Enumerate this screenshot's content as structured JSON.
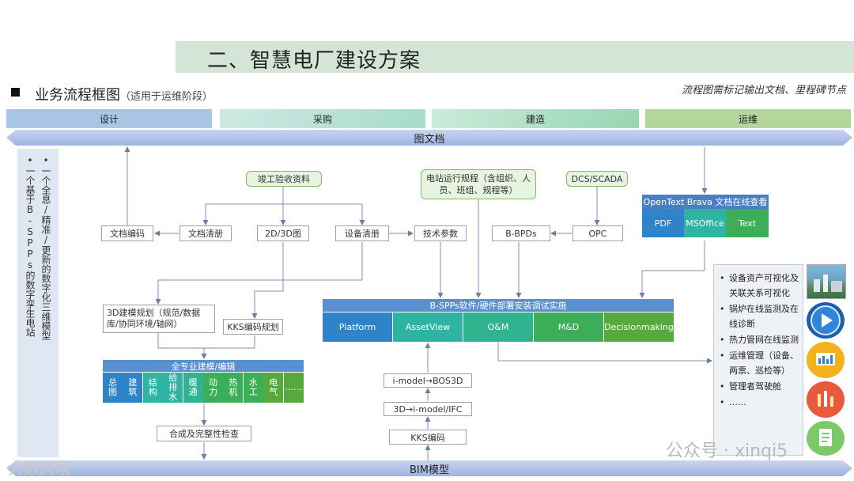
{
  "title": "二、智慧电厂建设方案",
  "subtitle": {
    "main": "业务流程框图",
    "note": "（适用于运维阶段）"
  },
  "right_note": "流程图需标记输出文档、里程碑节点",
  "phases": [
    "设计",
    "采购",
    "建造",
    "运维"
  ],
  "top_bar": "图文档",
  "bottom_bar": "BIM模型",
  "left_panel": {
    "col1": "•一个基于B-SPPs的数字孪生电站",
    "col2": "•一个全息/精准/更新的数字化三维模型"
  },
  "boxes": {
    "wendang_bianma": "文档编码",
    "wendang_qingce": "文档清册",
    "tu_2d3d": "2D/3D图",
    "shebei_qingce": "设备清册",
    "jishu_canshu": "技术参数",
    "b_bpds": "B-BPDs",
    "opc": "OPC",
    "jungong": "竣工验收资料",
    "dianzhan": "电站运行规程（含组织、人员、班组、规程等）",
    "dcs": "DCS/SCADA",
    "jianmo_guihua": "3D建模规划（规范/数据库/协同环境/轴网）",
    "kks_guihua": "KKS编码规划",
    "hecheng": "合成及完整性检查",
    "imodel_bos": "i-model→BOS3D",
    "imodel_ifc": "3D→i-model/IFC",
    "kks_bianma": "KKS编码"
  },
  "opentext": {
    "title": "OpenText Brava 文档在线查看",
    "cells": [
      "PDF",
      "MSOffice",
      "Text"
    ]
  },
  "bspps": {
    "title": "B-SPPs软件/硬件部署安装调试实施",
    "cells": [
      "Platform",
      "AssetView",
      "O&M",
      "M&D",
      "Decisionmaking"
    ]
  },
  "modeling": {
    "title": "全专业建模/编辑",
    "cells": [
      "总图",
      "建筑",
      "结构",
      "给排水",
      "暖通",
      "动力",
      "热机",
      "水工",
      "电气",
      "……"
    ]
  },
  "ops_list": [
    "设备资产可视化及关联关系可视化",
    "锅炉在线监测及在线诊断",
    "热力管网在线监测",
    "运维管理（设备、两票、巡检等）",
    "管理者驾驶舱",
    "……"
  ],
  "watermarks": {
    "left": "大数跨境",
    "right": "公众号 · xinqi5"
  },
  "colors": {
    "phase_design": "#a9c6e7",
    "phase_procure": "#a8dccd",
    "phase_build": "#98d6b3",
    "phase_ops": "#b2d69b",
    "blue_cell": "#2f83c8",
    "teal_cell": "#2fb3a2",
    "green_cell": "#3cae59"
  },
  "icons": [
    "power-plant-thumbnail-icon",
    "play-button-icon",
    "dashboard-icon",
    "chart-icon",
    "document-icon",
    "bullet-square-icon"
  ]
}
